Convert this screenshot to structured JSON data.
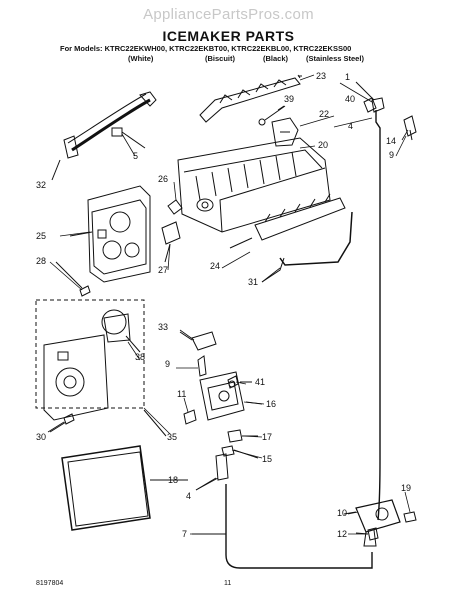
{
  "watermark": "AppliancePartsPros.com",
  "title": "ICEMAKER PARTS",
  "models": {
    "line": "For Models: KTRC22EKWH00, KTRC22EKBT00, KTRC22EKBL00, KTRC22EKSS00",
    "colors": [
      "(White)",
      "(Biscuit)",
      "(Black)",
      "(Stainless Steel)"
    ]
  },
  "callouts": [
    "23",
    "1",
    "39",
    "40",
    "22",
    "4",
    "20",
    "14",
    "9",
    "5",
    "26",
    "32",
    "25",
    "24",
    "28",
    "31",
    "33",
    "27",
    "9",
    "41",
    "38",
    "11",
    "16",
    "30",
    "35",
    "17",
    "15",
    "18",
    "4",
    "19",
    "10",
    "7",
    "12"
  ],
  "footer": {
    "code": "8197804",
    "page": "11"
  }
}
